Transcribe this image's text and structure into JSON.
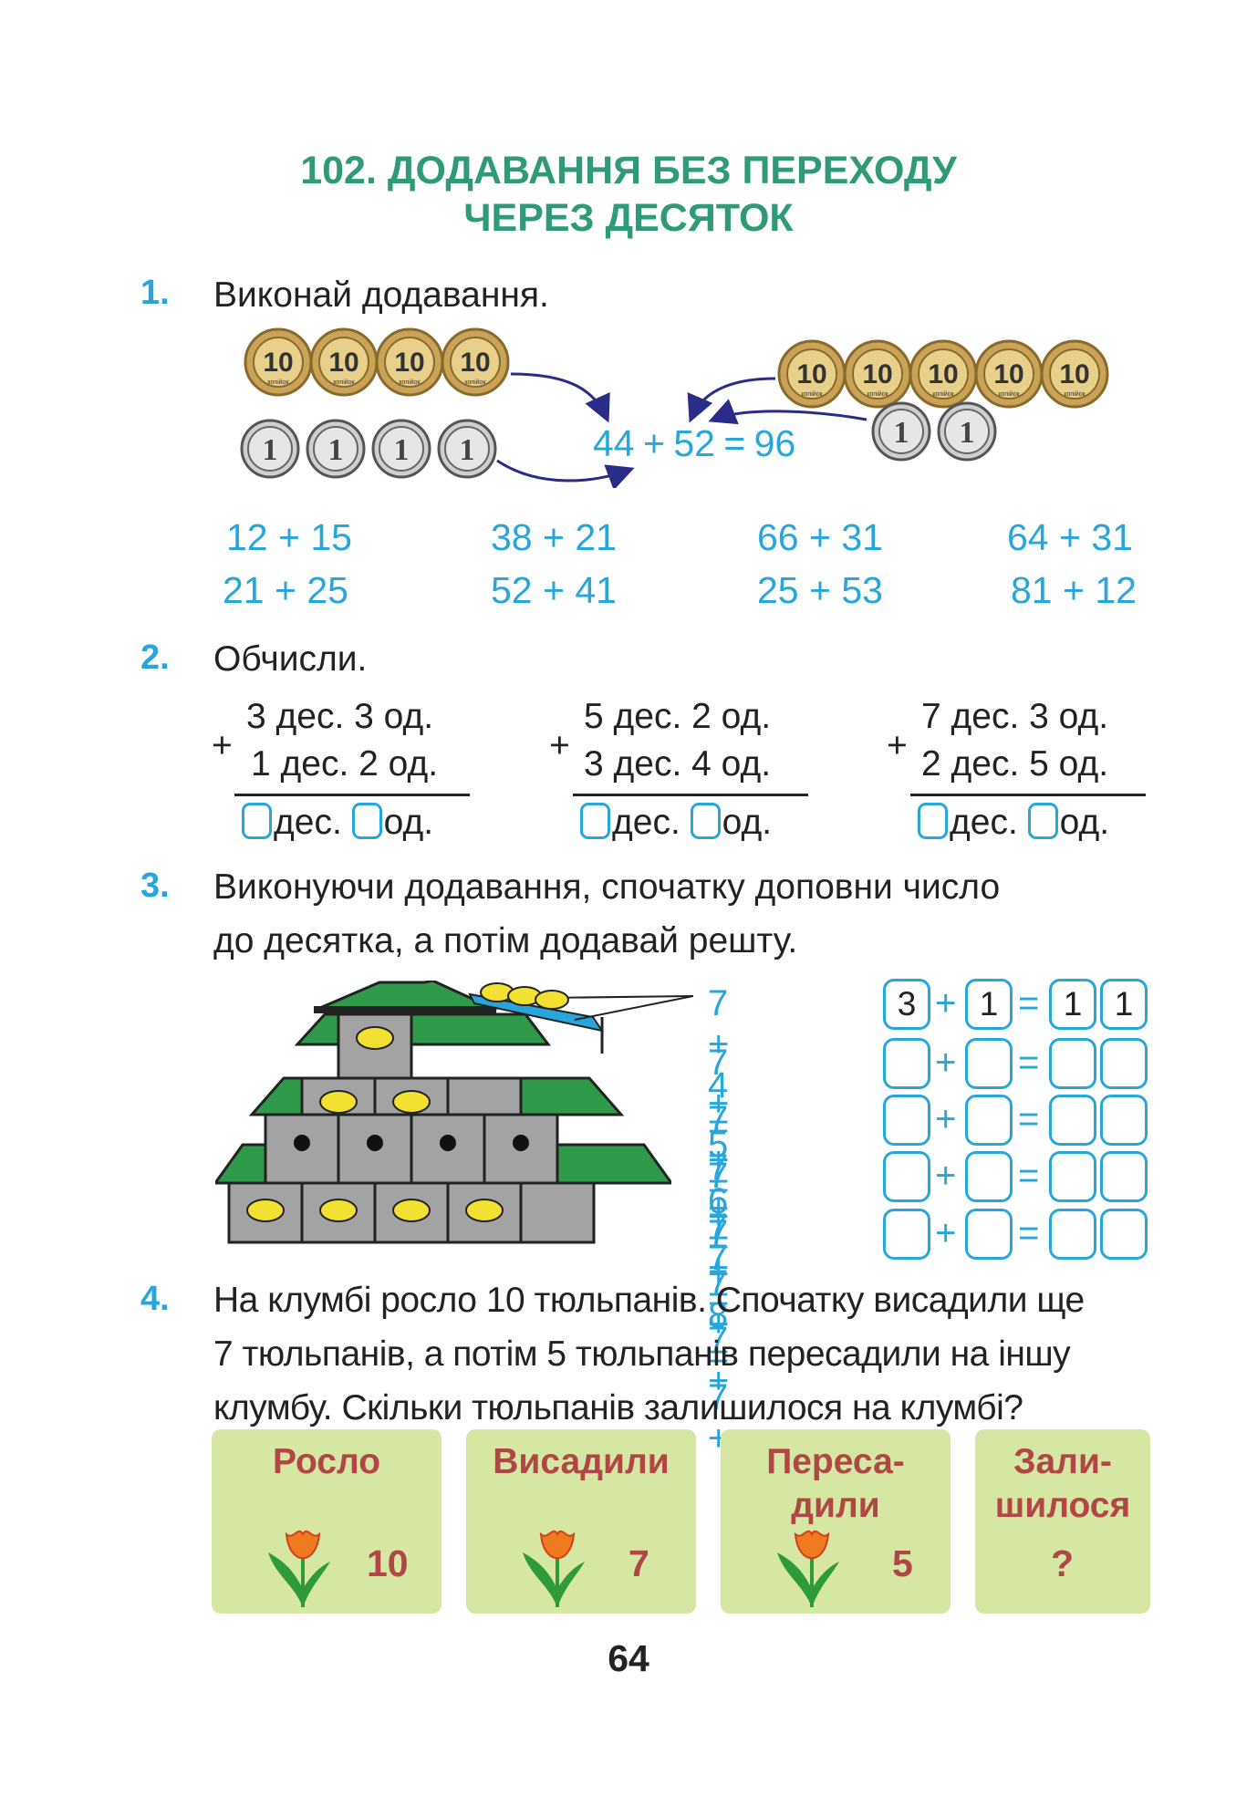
{
  "header": {
    "title_line1": "102. ДОДАВАННЯ БЕЗ ПЕРЕХОДУ",
    "title_line2": "ЧЕРЕЗ ДЕСЯТОК"
  },
  "task1": {
    "number": "1.",
    "text": "Виконай додавання.",
    "coin_ten_value": "10",
    "coin_one_value": "1",
    "coin_word": "копійок",
    "example": "44 + 52 = 96",
    "rows": [
      [
        "12 + 15",
        "38 + 21",
        "66 + 31",
        "64 + 31"
      ],
      [
        "21 + 25",
        "52 + 41",
        "25 + 53",
        "81 + 12"
      ]
    ]
  },
  "task2": {
    "number": "2.",
    "text": "Обчисли.",
    "plus": "+",
    "columns": [
      {
        "line1": "3 дес. 3 од.",
        "line2": "1 дес. 2 од."
      },
      {
        "line1": "5 дес. 2 од.",
        "line2": "3 дес. 4 од."
      },
      {
        "line1": "7 дес. 3 од.",
        "line2": "2 дес. 5 од."
      }
    ],
    "answer_dec": "дес.",
    "answer_od": "од."
  },
  "task3": {
    "number": "3.",
    "text_line1": "Виконуючи додавання, спочатку доповни число",
    "text_line2": "до десятка, а потім додавай решту.",
    "rows": [
      {
        "expr": "7 + 4 = 7 +",
        "a": "3",
        "b": "1",
        "c": "1",
        "d": "1"
      },
      {
        "expr": "7 + 5 = 7 +",
        "a": "",
        "b": "",
        "c": "",
        "d": ""
      },
      {
        "expr": "7 + 6 = 7 +",
        "a": "",
        "b": "",
        "c": "",
        "d": ""
      },
      {
        "expr": "7 + 7 = 7 +",
        "a": "",
        "b": "",
        "c": "",
        "d": ""
      },
      {
        "expr": "7 + 8 = 7 +",
        "a": "",
        "b": "",
        "c": "",
        "d": ""
      }
    ],
    "plus": "+",
    "equals": "="
  },
  "task4": {
    "number": "4.",
    "line1": "На клумбі росло 10 тюльпанів. Спочатку висадили ще",
    "line2": "7 тюльпанів, а потім 5 тюльпанів пересадили на іншу",
    "line3": "клумбу. Скільки тюльпанів залишилося на клумбі?",
    "cards": [
      {
        "title1": "Росло",
        "title2": "",
        "value": "10"
      },
      {
        "title1": "Висадили",
        "title2": "",
        "value": "7"
      },
      {
        "title1": "Переса-",
        "title2": "дили",
        "value": "5"
      },
      {
        "title1": "Зали-",
        "title2": "шилося",
        "value": "?"
      }
    ]
  },
  "footer": {
    "page_number": "64"
  },
  "colors": {
    "title": "#2f9a78",
    "accent": "#27a6dc",
    "card_bg": "#d6e7a3",
    "card_text": "#b04645"
  }
}
